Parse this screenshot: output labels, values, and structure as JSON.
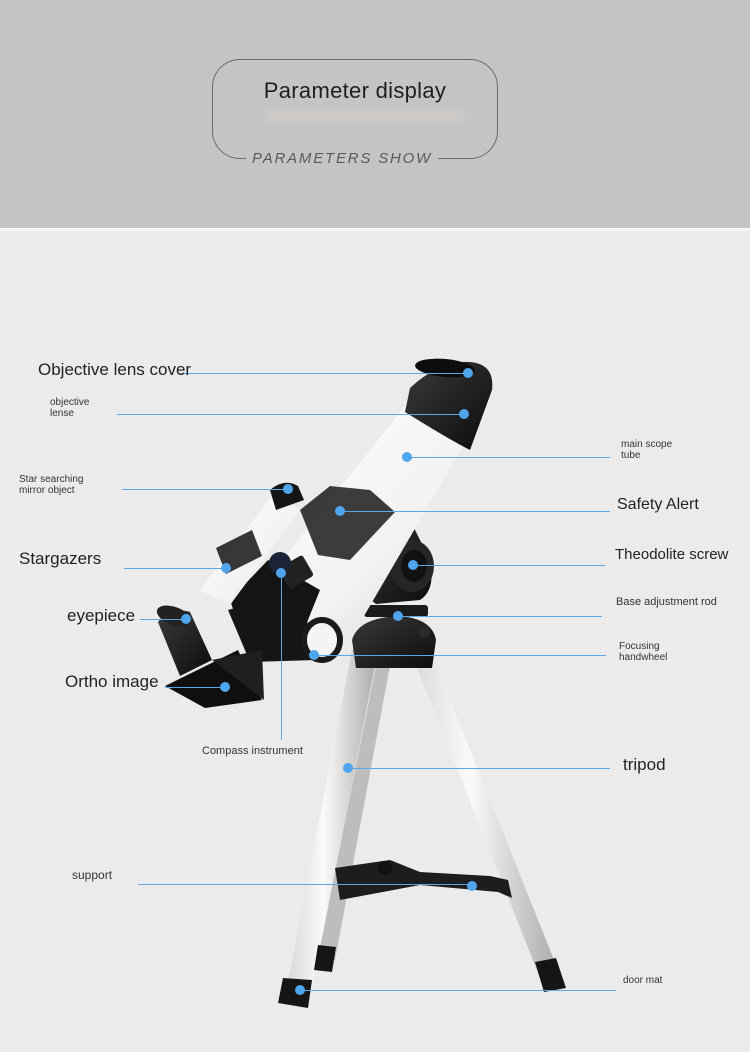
{
  "header": {
    "title": "Parameter display",
    "subtitle": "PARAMETERS SHOW"
  },
  "diagram": {
    "subject": "telescope",
    "accent_color": "#5ca7e6",
    "labels": [
      {
        "id": "objective-lens-cover",
        "text": "Objective lens cover"
      },
      {
        "id": "objective-lense",
        "line1": "objective",
        "line2": "lense"
      },
      {
        "id": "star-searching-mirror",
        "line1": "Star searching",
        "line2": "mirror object"
      },
      {
        "id": "stargazers",
        "text": "Stargazers"
      },
      {
        "id": "eyepiece",
        "text": "eyepiece"
      },
      {
        "id": "ortho-image",
        "text": "Ortho image"
      },
      {
        "id": "compass-instrument",
        "text": "Compass instrument"
      },
      {
        "id": "main-scope-tube",
        "line1": "main scope",
        "line2": "tube"
      },
      {
        "id": "safety-alert",
        "text": "Safety Alert"
      },
      {
        "id": "theodolite-screw",
        "text": "Theodolite screw"
      },
      {
        "id": "base-adjustment-rod",
        "text": "Base adjustment rod"
      },
      {
        "id": "focusing-handwheel",
        "line1": "Focusing",
        "line2": "handwheel"
      },
      {
        "id": "tripod",
        "text": "tripod"
      },
      {
        "id": "support",
        "text": "support"
      },
      {
        "id": "door-mat",
        "text": "door mat"
      }
    ]
  }
}
